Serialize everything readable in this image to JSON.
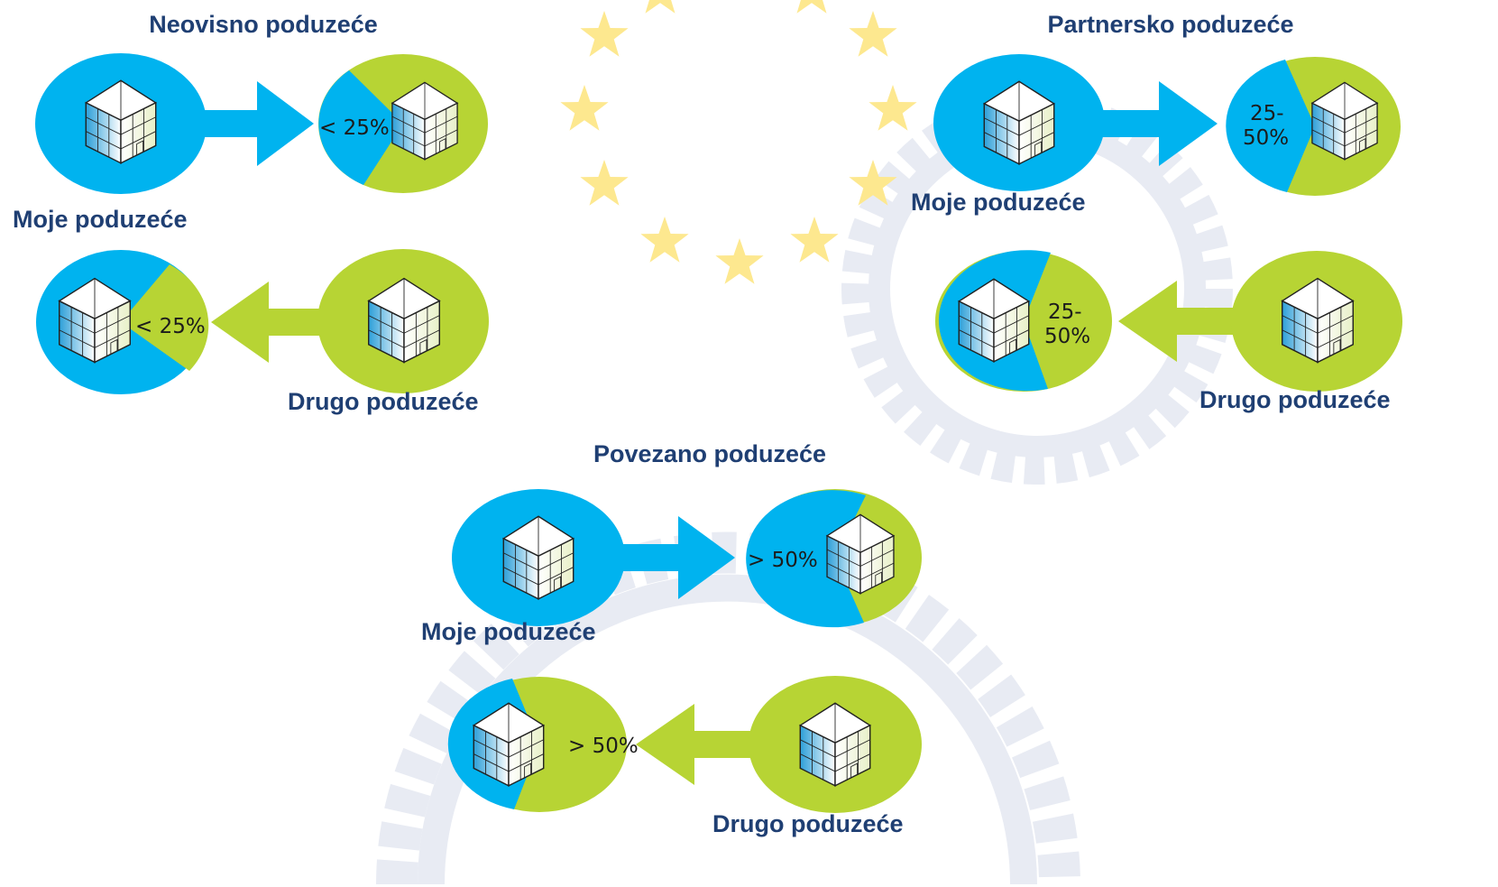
{
  "colors": {
    "blue": "#00b3ef",
    "green": "#b7d434",
    "title": "#1f3f73",
    "star": "#fde88f",
    "gear": "#e8ebf3"
  },
  "independent": {
    "title": "Neovisno poduzeće",
    "my_label": "Moje poduzeće",
    "other_label": "Drugo poduzeće",
    "pct_out": "< 25%",
    "pct_in": "< 25%",
    "share_fraction": 0.25
  },
  "partner": {
    "title": "Partnersko poduzeće",
    "my_label": "Moje poduzeće",
    "other_label": "Drugo poduzeće",
    "pct_out": [
      "25-",
      "50%"
    ],
    "pct_in": [
      "25-",
      "50%"
    ],
    "share_fraction": 0.4
  },
  "linked": {
    "title": "Povezano poduzeće",
    "my_label": "Moje poduzeće",
    "other_label": "Drugo poduzeće",
    "pct_out": "> 50%",
    "pct_in": "> 50%",
    "share_fraction": 0.6
  }
}
